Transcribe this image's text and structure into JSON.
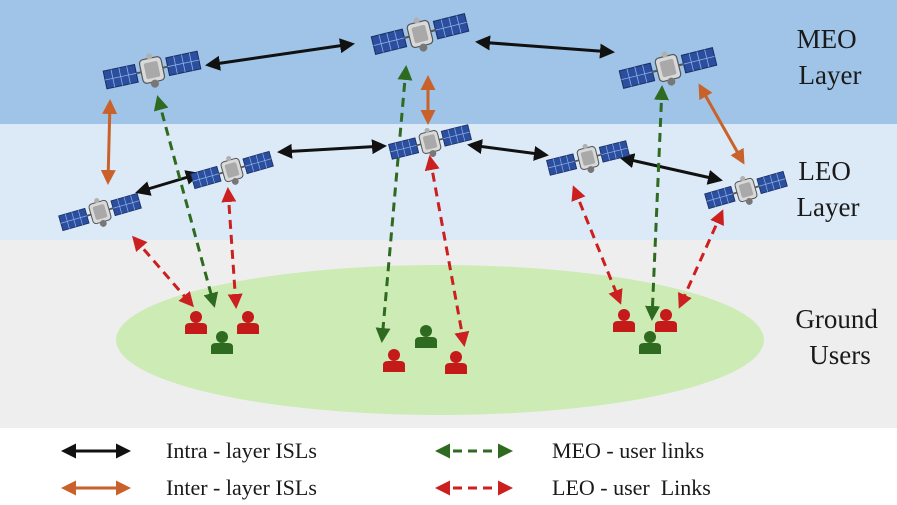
{
  "layers": {
    "meo": {
      "line1": "MEO",
      "line2": "Layer"
    },
    "leo": {
      "line1": "LEO",
      "line2": "Layer"
    },
    "ground": {
      "line1": "Ground",
      "line2": "Users"
    }
  },
  "legend": {
    "intra": "Intra - layer ISLs",
    "inter": "Inter - layer ISLs",
    "meo_user": "MEO - user links",
    "leo_user": "LEO - user  Links"
  },
  "colors": {
    "meo_band": "#9fc4e8",
    "leo_band": "#dce9f6",
    "ground_band": "#eeeeee",
    "coverage": "#cdebb5",
    "intra": "#111111",
    "inter": "#c8622a",
    "meo_link": "#2e6b21",
    "leo_link": "#cc1f1f",
    "user_red": "#c41a1a",
    "user_green": "#2e6b21"
  },
  "icons": {
    "satellite": "satellite-icon",
    "user": "user-icon"
  }
}
